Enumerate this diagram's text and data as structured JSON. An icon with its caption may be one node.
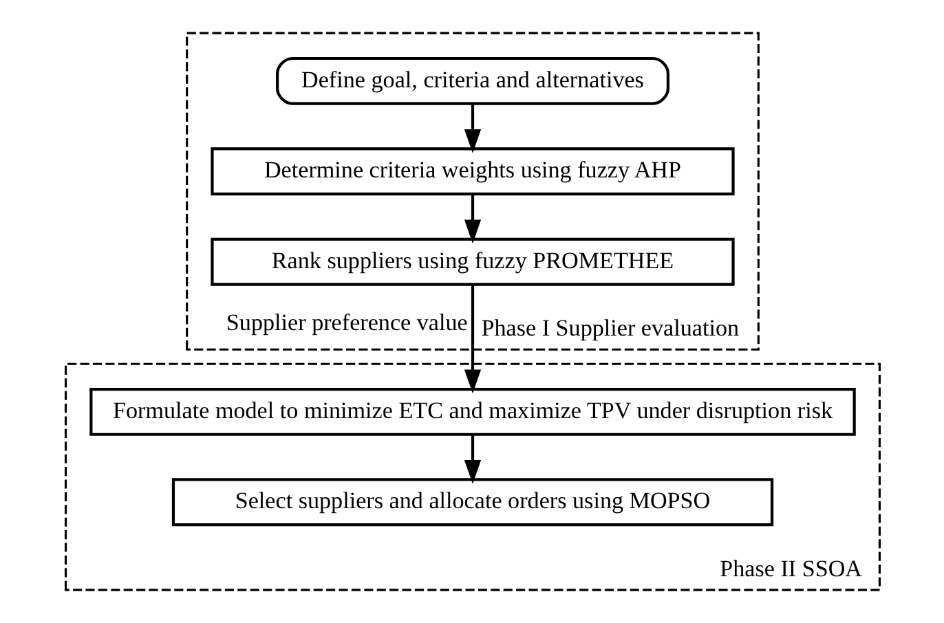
{
  "diagram": {
    "nodes": [
      {
        "text": [
          "Phase I Supplier evaluation"
        ]
      },
      {
        "text": [
          "Define goal, criteria and alternatives"
        ],
        "in": 0
      },
      {
        "text": [
          "Determine criteria weights using fuzzy AHP"
        ],
        "in": 0
      },
      {
        "text": [
          "Rank suppliers using fuzzy PROMETHEE"
        ],
        "in": 0
      },
      {
        "text": [
          "Phase II SSOA"
        ]
      },
      {
        "text": [
          "Formulate model to minimize ETC and maximize TPV under disruption risk"
        ],
        "in": 4
      },
      {
        "text": [
          "Select suppliers and allocate orders using MOPSO"
        ],
        "in": 4
      }
    ],
    "edges": [
      {
        "from": 1,
        "to": 2,
        "arrow": "to"
      },
      {
        "from": 2,
        "to": 3,
        "arrow": "to"
      },
      {
        "from": 3,
        "to": 5,
        "arrow": "to",
        "label": "Supplier preference value"
      },
      {
        "from": 5,
        "to": 6,
        "arrow": "to"
      }
    ]
  }
}
